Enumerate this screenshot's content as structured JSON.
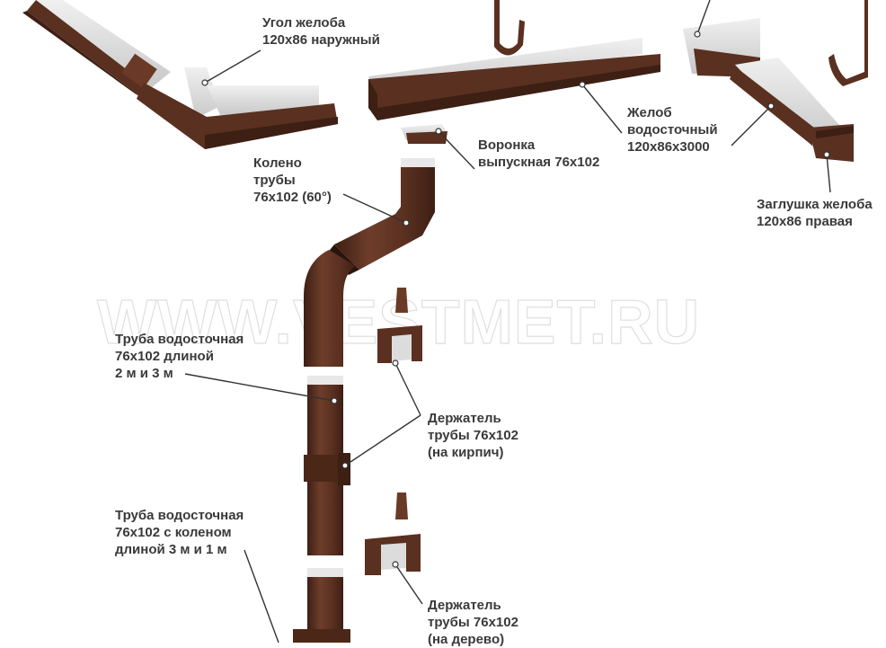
{
  "watermark": "WWW.VESTMET.RU",
  "colors": {
    "metal": "#5a3020",
    "metal_dark": "#3d1f14",
    "metal_light": "#7a4632",
    "inner": "#e4e4e4",
    "inner_dark": "#c9c9c9",
    "leader": "#333333",
    "text": "#3a3a3a"
  },
  "labels": {
    "corner": [
      "Угол желоба",
      "120х86 наружный"
    ],
    "gutter": [
      "Желоб",
      "водосточный",
      "120х86х3000"
    ],
    "funnel": [
      "Воронка",
      "выпускная 76х102"
    ],
    "elbow": [
      "Колено",
      "трубы",
      "76х102 (60°)"
    ],
    "endcap": [
      "Заглушка желоба",
      "120х86 правая"
    ],
    "pipe": [
      "Труба водосточная",
      "76х102 длиной",
      "2 м и 3 м"
    ],
    "holder_brick": [
      "Держатель",
      "трубы 76х102",
      "(на кирпич)"
    ],
    "pipe_elbow": [
      "Труба водосточная",
      "76х102 с коленом",
      "длиной 3 м и 1 м"
    ],
    "holder_wood": [
      "Держатель",
      "трубы 76х102",
      "(на дерево)"
    ]
  }
}
